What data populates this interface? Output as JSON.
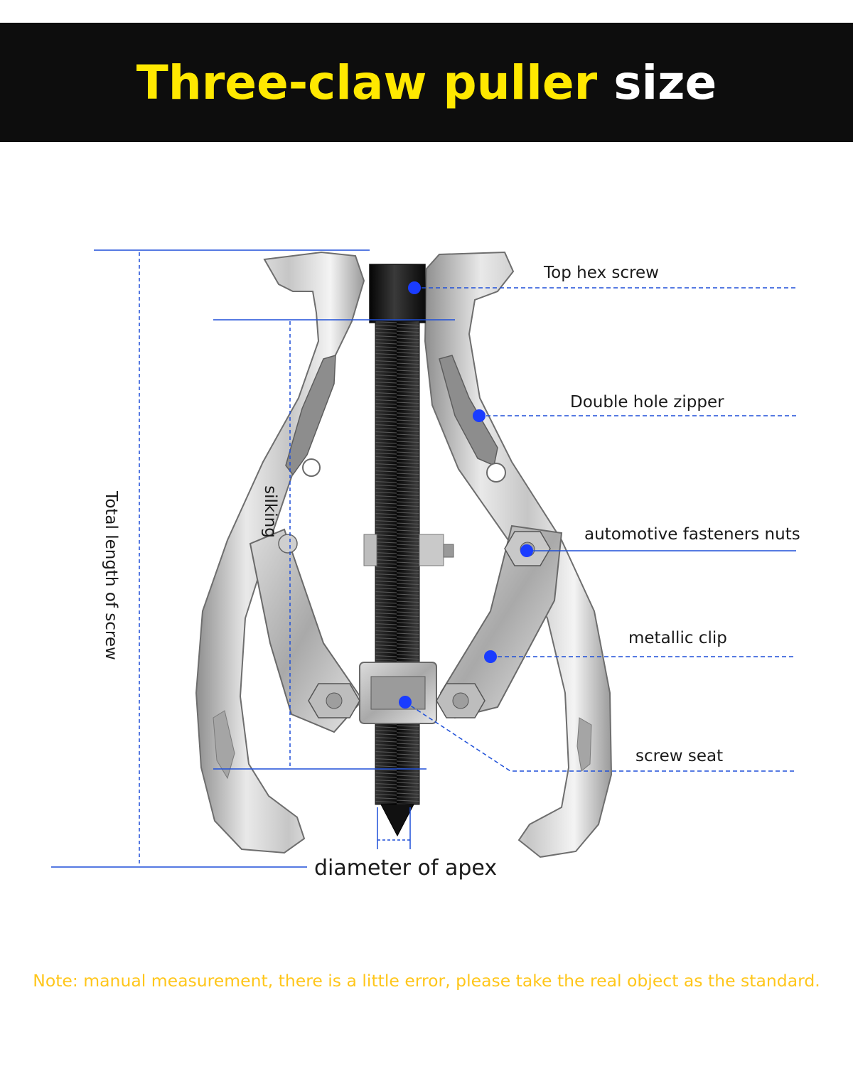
{
  "header": {
    "title_highlight": "Three-claw puller",
    "title_rest": "size"
  },
  "labels": {
    "top_hex_screw": "Top hex screw",
    "double_hole_zipper": "Double hole zipper",
    "automotive_fasteners_nuts": "automotive fasteners nuts",
    "metallic_clip": "metallic clip",
    "screw_seat": "screw seat",
    "total_length_of_screw": "Total length of screw",
    "silking": "silking",
    "diameter_of_apex": "diameter of apex"
  },
  "note": "Note: manual measurement, there is a little error, please take the real object as the standard.",
  "colors": {
    "header_bg": "#0d0d0d",
    "title_highlight": "#ffe800",
    "title_rest": "#ffffff",
    "leader_line": "#1e4fd8",
    "marker_dot": "#1a3cff",
    "note": "#ffc61a"
  }
}
